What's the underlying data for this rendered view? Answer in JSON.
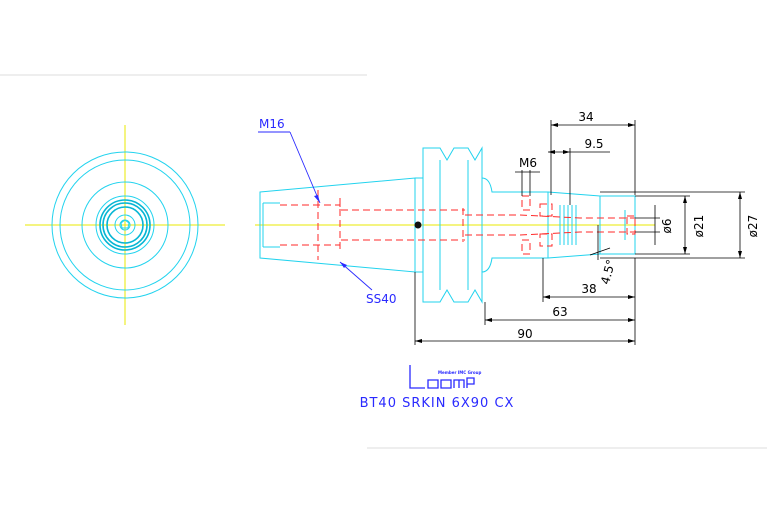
{
  "labels": {
    "thread_callout": "M16",
    "taper_callout": "SS40",
    "part_name": "BT40 SRKIN 6X90 CX",
    "logo_tagline": "Member IMC Group"
  },
  "dimensions": {
    "d34": "34",
    "d9_5": "9.5",
    "m6": "M6",
    "dia6": "ø6",
    "dia21": "ø21",
    "dia27": "ø27",
    "angle": "4.5°",
    "d38": "38",
    "d63": "63",
    "d90": "90"
  },
  "colors": {
    "outline": "#22d3ee",
    "hidden": "#ff2a2a",
    "centerline": "#e8e800",
    "dimension": "#000000",
    "annotation": "#2a2aff"
  }
}
